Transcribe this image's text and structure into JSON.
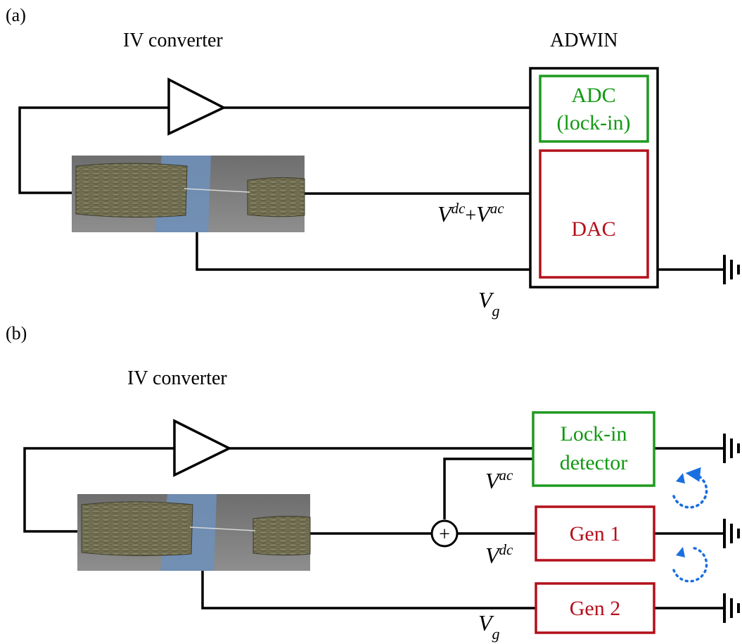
{
  "panel_a": {
    "label": "(a)",
    "amplifier_title": "IV converter",
    "instrument_title": "ADWIN",
    "adc_line1": "ADC",
    "adc_line2": "(lock-in)",
    "dac_label": "DAC",
    "bias_v1": "V",
    "bias_v1_sup": "dc",
    "bias_plus": "+",
    "bias_v2": "V",
    "bias_v2_sup": "ac",
    "gate_v": "V",
    "gate_sub": "g"
  },
  "panel_b": {
    "label": "(b)",
    "amplifier_title": "IV converter",
    "lockin_line1": "Lock-in",
    "lockin_line2": "detector",
    "gen1_label": "Gen 1",
    "gen2_label": "Gen 2",
    "summer_symbol": "+",
    "ac_v": "V",
    "ac_sup": "ac",
    "dc_v": "V",
    "dc_sup": "dc",
    "gate_v": "V",
    "gate_sub": "g"
  },
  "colors": {
    "detector": "#1f9a1f",
    "source": "#b3101b",
    "ground_loop": "#1a6fe0"
  },
  "icons": [
    "amplifier-triangle-icon",
    "ground-symbol-icon",
    "summing-junction-icon",
    "ground-loop-arrow-icon",
    "device-micrograph"
  ]
}
